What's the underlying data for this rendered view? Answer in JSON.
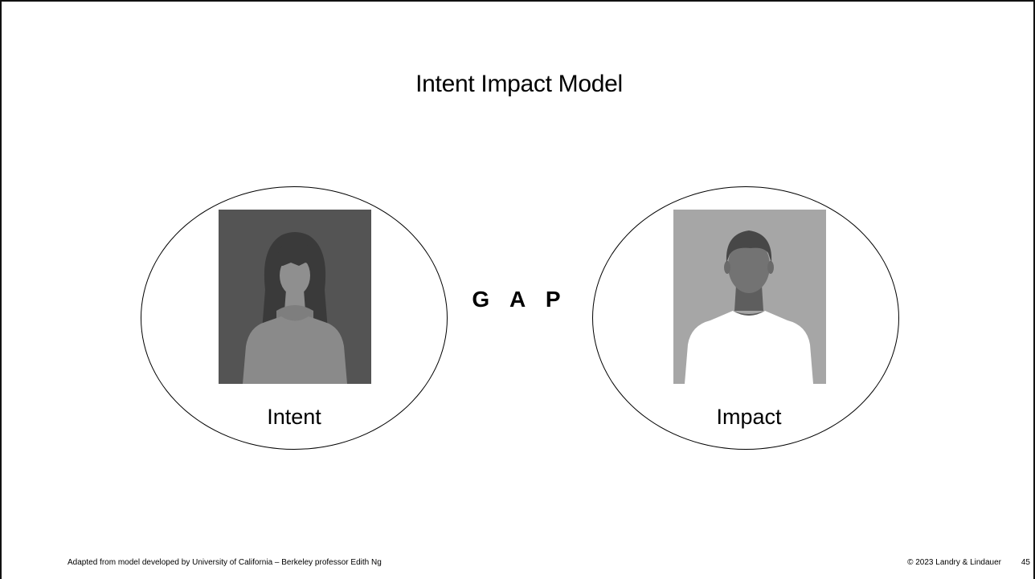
{
  "slide": {
    "title": "Intent Impact Model",
    "gap_label": "G A P",
    "left": {
      "label": "Intent",
      "portrait_icon": "woman-silhouette-icon"
    },
    "right": {
      "label": "Impact",
      "portrait_icon": "man-silhouette-icon"
    },
    "footer": {
      "attribution": "Adapted from model developed by University of California – Berkeley professor Edith Ng",
      "copyright": "© 2023 Landry & Lindauer",
      "page_number": "45"
    }
  },
  "colors": {
    "background": "#ffffff",
    "text": "#000000",
    "intent_portrait_bg": "#545454",
    "impact_portrait_bg": "#a6a6a6"
  }
}
